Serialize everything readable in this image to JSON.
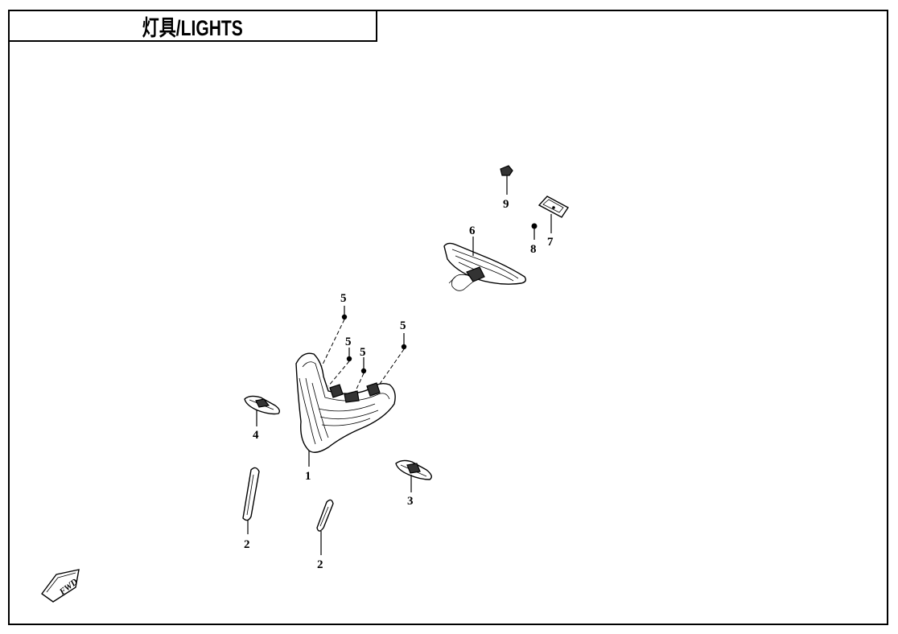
{
  "header": {
    "title": "灯具/LIGHTS"
  },
  "callouts": {
    "c1": "1",
    "c2a": "2",
    "c2b": "2",
    "c3": "3",
    "c4": "4",
    "c5a": "5",
    "c5b": "5",
    "c5c": "5",
    "c5d": "5",
    "c6": "6",
    "c7": "7",
    "c8": "8",
    "c9": "9"
  },
  "fwd_label": "FWD",
  "colors": {
    "line": "#000000",
    "background": "#ffffff"
  }
}
